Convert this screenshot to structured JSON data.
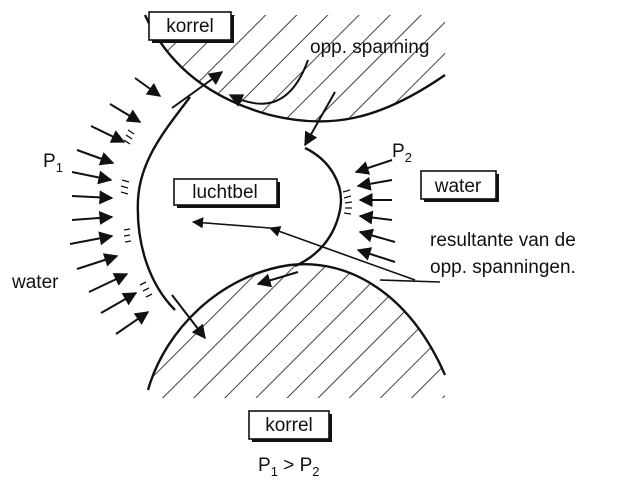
{
  "labels": {
    "korrel_top": "korrel",
    "korrel_bottom": "korrel",
    "opp_spanning": "opp. spanning",
    "luchtbel": "luchtbel",
    "water_right": "water",
    "water_left": "water",
    "p1": "P",
    "p1_sub": "1",
    "p2": "P",
    "p2_sub": "2",
    "resultante_line1": "resultante van de",
    "resultante_line2": "opp. spanningen.",
    "rel_p1": "P",
    "rel_p1_sub": "1",
    "rel_gt": " > ",
    "rel_p2": "P",
    "rel_p2_sub": "2"
  },
  "colors": {
    "ink": "#111111",
    "paper": "#ffffff"
  }
}
